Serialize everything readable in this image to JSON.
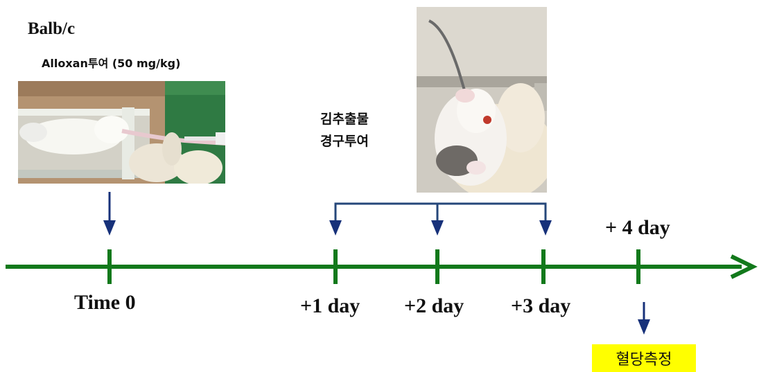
{
  "strain": "Balb/c",
  "induction": "Alloxan투여 (50 mg/kg)",
  "treatment": {
    "line1": "김추출물",
    "line2": "경구투여"
  },
  "timeline": {
    "time0": "Time 0",
    "day1": "+1 day",
    "day2": "+2 day",
    "day3": "+3 day",
    "day4": "+ 4 day"
  },
  "measurement": "혈당측정",
  "colors": {
    "timeline_green": "#12791b",
    "arrow_navy": "#17317a",
    "bracket_blue": "#25477a",
    "highlight_yellow": "#ffff00"
  },
  "images": {
    "injection_photo": "mouse-in-restrainer-being-injected",
    "gavage_photo": "mouse-held-for-oral-gavage"
  }
}
